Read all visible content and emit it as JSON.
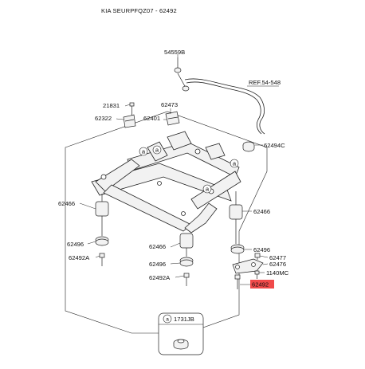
{
  "header": {
    "title": "KIA SEURPFQZ07 - 62492"
  },
  "colors": {
    "highlight": "#f04a4a",
    "line": "#222222",
    "part_fill": "#f2f2f2"
  },
  "labels": {
    "p54559b": "54559B",
    "ref": "REF.54-548",
    "p21831": "21831",
    "p62473": "62473",
    "p62322": "62322",
    "p62401": "62401",
    "p62494c": "62494C",
    "p62466_left": "62466",
    "p62466_right": "62466",
    "p62466_center": "62466",
    "p62496_left": "62496",
    "p62492a_left": "62492A",
    "p62496_center": "62496",
    "p62492a_center": "62492A",
    "p62496_right": "62496",
    "p62477": "62477",
    "p62476": "62476",
    "p1140mc": "1140MC",
    "p62492": "62492",
    "ref_a": "a",
    "legend_letter": "a",
    "legend_code": "1731JB"
  },
  "icons": [
    "bolt-icon",
    "bushing-icon",
    "grommet-icon",
    "ref-circle-a-icon"
  ]
}
